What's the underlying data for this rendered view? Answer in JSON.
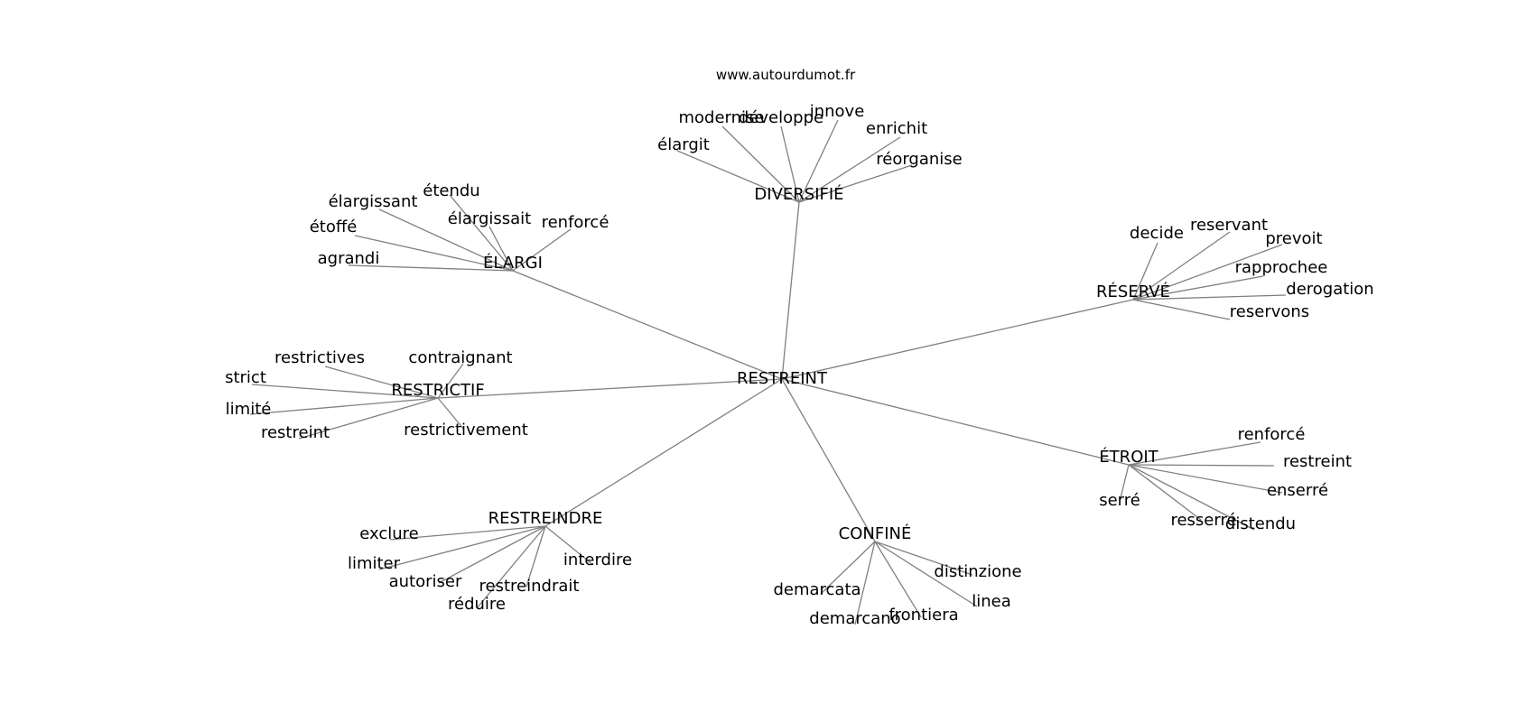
{
  "source": "www.autourdumot.fr",
  "colors": {
    "edge": "#808080",
    "text": "#000000",
    "background": "#ffffff"
  },
  "graph": {
    "center": "RESTREINT",
    "clusters": [
      {
        "id": "diversifie",
        "hub": "DIVERSIFIÉ",
        "words": [
          "élargit",
          "modernise",
          "développe",
          "innove",
          "enrichit",
          "réorganise"
        ]
      },
      {
        "id": "elargi",
        "hub": "ÉLARGI",
        "words": [
          "étendu",
          "élargissant",
          "élargissait",
          "renforcé",
          "étoffé",
          "agrandi"
        ]
      },
      {
        "id": "reserve",
        "hub": "RÉSERVÉ",
        "words": [
          "decide",
          "reservant",
          "prevoit",
          "rapprochee",
          "derogation",
          "reservons"
        ]
      },
      {
        "id": "restrictif",
        "hub": "RESTRICTIF",
        "words": [
          "restrictives",
          "contraignant",
          "strict",
          "limité",
          "restreint",
          "restrictivement"
        ]
      },
      {
        "id": "etroit",
        "hub": "ÉTROIT",
        "words": [
          "renforcé",
          "restreint",
          "enserré",
          "serré",
          "resserré",
          "distendu"
        ]
      },
      {
        "id": "restreindre",
        "hub": "RESTREINDRE",
        "words": [
          "exclure",
          "limiter",
          "interdire",
          "autoriser",
          "restreindrait",
          "réduire"
        ]
      },
      {
        "id": "confine",
        "hub": "CONFINÉ",
        "words": [
          "distinzione",
          "linea",
          "demarcata",
          "frontiera",
          "demarcano"
        ]
      }
    ]
  }
}
